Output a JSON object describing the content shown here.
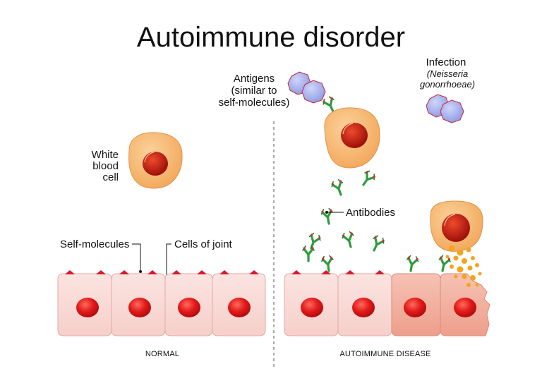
{
  "title": "Autoimmune disorder",
  "labels": {
    "white_blood_cell": [
      "White",
      "blood",
      "cell"
    ],
    "self_molecules": "Self-molecules",
    "cells_of_joint": "Cells of joint",
    "antigens": [
      "Antigens",
      "(similar to",
      "self-molecules)"
    ],
    "infection": "Infection",
    "infection_agent": [
      "(Neisseria",
      "gonorrhoeae)"
    ],
    "antibodies": "Antibodies"
  },
  "captions": {
    "normal": "NORMAL",
    "disease": "AUTOIMMUNE DISEASE"
  },
  "colors": {
    "cell_light": "#f9d9d6",
    "cell_damaged": "#f3b3a3",
    "nucleus": "#e31b1b",
    "wbc": "#f7b873",
    "wbc_nucleus": "#c2170e",
    "antibody": "#2e9b3f",
    "bacteria": "#a9b5ef",
    "debris": "#f3a41c"
  }
}
